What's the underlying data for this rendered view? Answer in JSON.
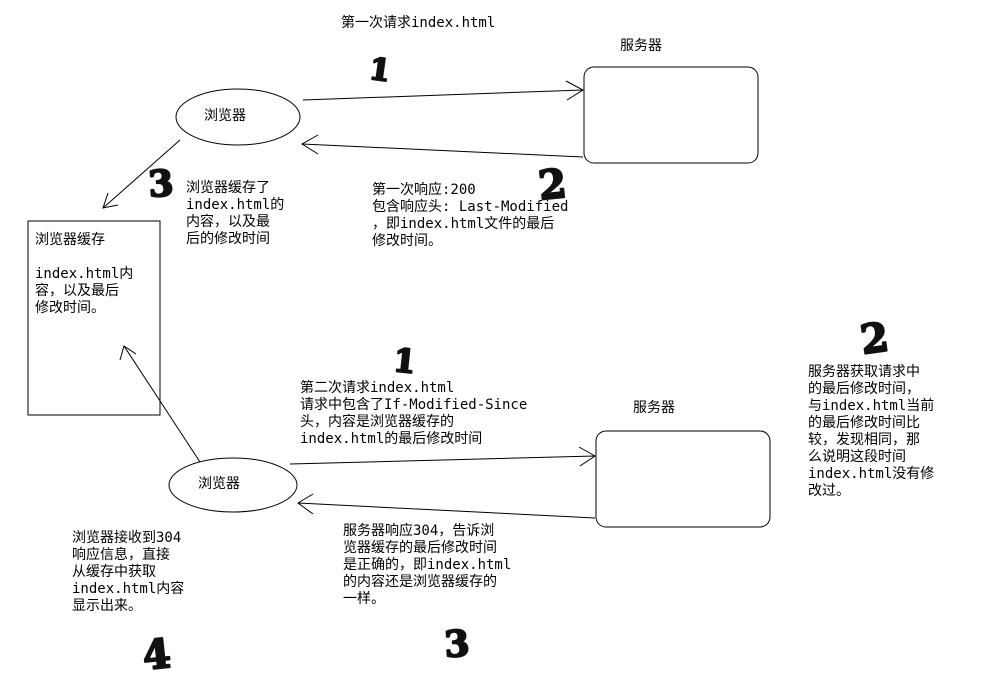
{
  "top": {
    "request_label": "第一次请求index.html",
    "server_label": "服务器",
    "browser_label": "浏览器",
    "response_text": "第一次响应:200\n包含响应头: Last-Modified\n，即index.html文件的最后\n修改时间。",
    "cache_note": "浏览器缓存了\nindex.html的\n内容，以及最\n后的修改时间"
  },
  "cache_box": {
    "title": "浏览器缓存",
    "content": "index.html内\n容，以及最后\n修改时间。"
  },
  "bottom": {
    "request_text": "第二次请求index.html\n请求中包含了If-Modified-Since\n头，内容是浏览器缓存的\nindex.html的最后修改时间",
    "server_label": "服务器",
    "browser_label": "浏览器",
    "response_text": "服务器响应304，告诉浏\n览器缓存的最后修改时间\n是正确的，即index.html\n的内容还是浏览器缓存的\n一样。",
    "browser_note": "浏览器接收到304\n响应信息，直接\n从缓存中获取\nindex.html内容\n显示出来。"
  },
  "server_note": "服务器获取请求中\n的最后修改时间，\n与index.html当前\n的最后修改时间比\n较，发现相同，那\n么说明这段时间\nindex.html没有修\n改过。",
  "step_marks": {
    "top_request": "1",
    "top_response": "2",
    "top_cache": "3",
    "bottom_request": "1",
    "server_compare": "2",
    "bottom_response": "3",
    "bottom_display": "4"
  }
}
